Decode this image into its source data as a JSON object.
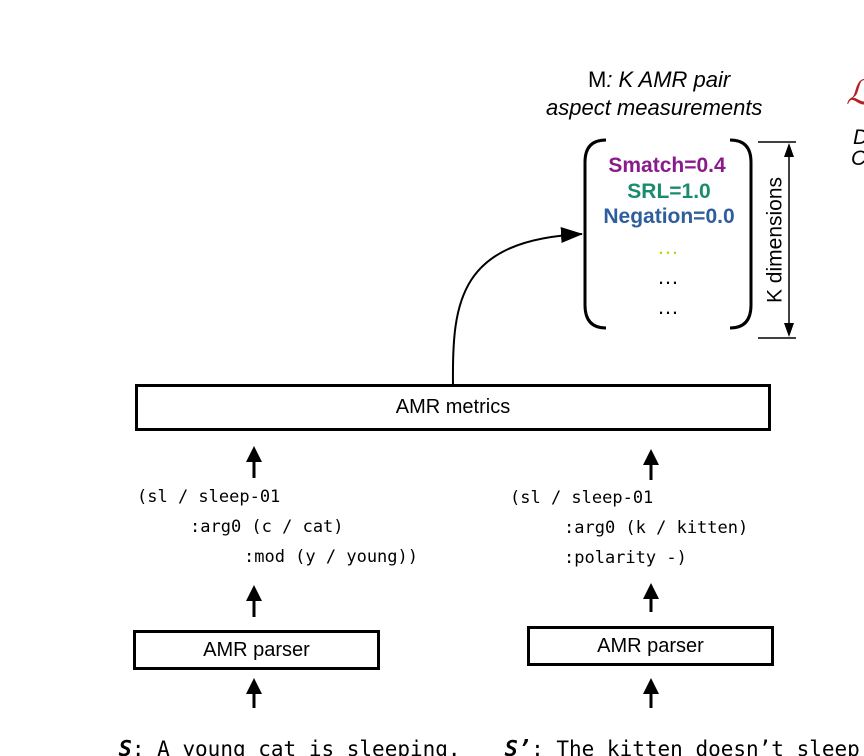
{
  "m_label": {
    "symbol": "M",
    "rest": ": K AMR pair",
    "line2": "aspect measurements"
  },
  "measurements": [
    {
      "text": "Smatch=0.4",
      "color": "#8b1a8b"
    },
    {
      "text": "SRL=1.0",
      "color": "#1a8c6e"
    },
    {
      "text": "Negation=0.0",
      "color": "#2e5e9c"
    }
  ],
  "dots": [
    {
      "text": "…",
      "color": "#c8d400"
    },
    {
      "text": "…",
      "color": "#000000"
    },
    {
      "text": "…",
      "color": "#000000"
    }
  ],
  "k_dimensions": "K dimensions",
  "amr_metrics": "AMR metrics",
  "left_amr": {
    "line1": "(sl / sleep-01",
    "line2": ":arg0 (c / cat)",
    "line3": ":mod (y / young))"
  },
  "right_amr": {
    "line1": "(sl / sleep-01",
    "line2": ":arg0 (k / kitten)",
    "line3": ":polarity -)"
  },
  "parser_left": "AMR parser",
  "parser_right": "AMR parser",
  "sentence_left": {
    "symbol": "S",
    "text": ": A young cat is sleeping."
  },
  "sentence_right": {
    "symbol": "S’",
    "text": ": The kitten doesn’t sleep."
  },
  "cut_right": {
    "glyph": "ℒ",
    "line1": "D",
    "line2": "C"
  }
}
